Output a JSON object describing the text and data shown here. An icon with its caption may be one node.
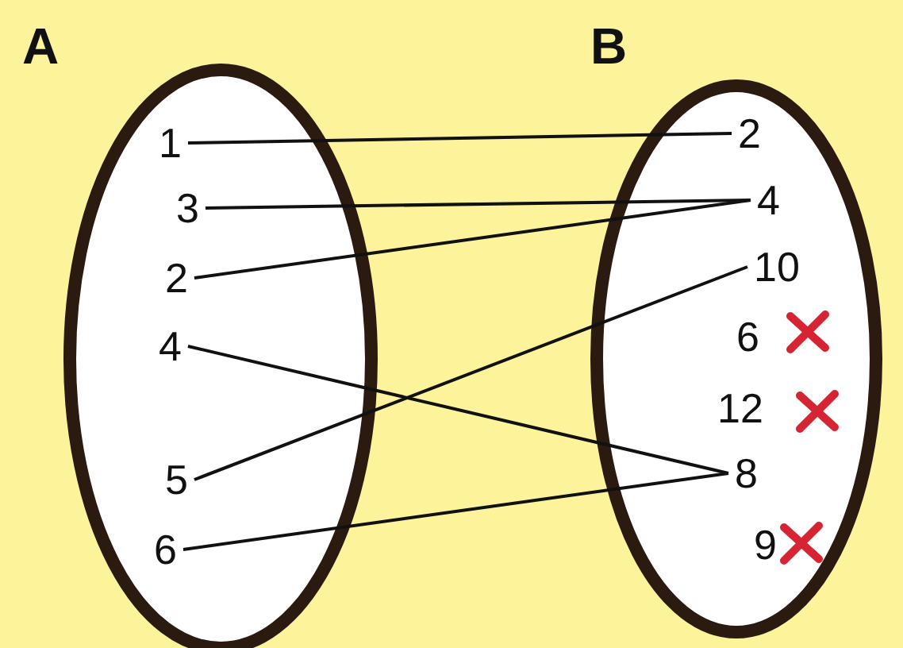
{
  "diagram": {
    "nodes": [
      {
        "text": [
          "A"
        ]
      },
      {
        "text": [
          "1"
        ],
        "in": 0
      },
      {
        "text": [
          "3"
        ],
        "in": 0
      },
      {
        "text": [
          "2"
        ],
        "in": 0
      },
      {
        "text": [
          "4"
        ],
        "in": 0
      },
      {
        "text": [
          "5"
        ],
        "in": 0
      },
      {
        "text": [
          "6"
        ],
        "in": 0
      },
      {
        "text": [
          "B"
        ]
      },
      {
        "text": [
          "2"
        ],
        "in": 7
      },
      {
        "text": [
          "4"
        ],
        "in": 7
      },
      {
        "text": [
          "10"
        ],
        "in": 7
      },
      {
        "text": [
          "6"
        ],
        "in": 7
      },
      {
        "text": [
          "12"
        ],
        "in": 7
      },
      {
        "text": [
          "8"
        ],
        "in": 7
      },
      {
        "text": [
          "9"
        ],
        "in": 7
      },
      {
        "text": [],
        "shape": "cross",
        "in": 7
      },
      {
        "text": [],
        "shape": "cross",
        "in": 7
      },
      {
        "text": [],
        "shape": "cross",
        "in": 7
      }
    ],
    "edges": [
      {
        "from": 1,
        "to": 8,
        "arrow": "none"
      },
      {
        "from": 2,
        "to": 9,
        "arrow": "none"
      },
      {
        "from": 3,
        "to": 9,
        "arrow": "none"
      },
      {
        "from": 4,
        "to": 13,
        "arrow": "none"
      },
      {
        "from": 5,
        "to": 10,
        "arrow": "none"
      },
      {
        "from": 6,
        "to": 13,
        "arrow": "none"
      }
    ]
  }
}
